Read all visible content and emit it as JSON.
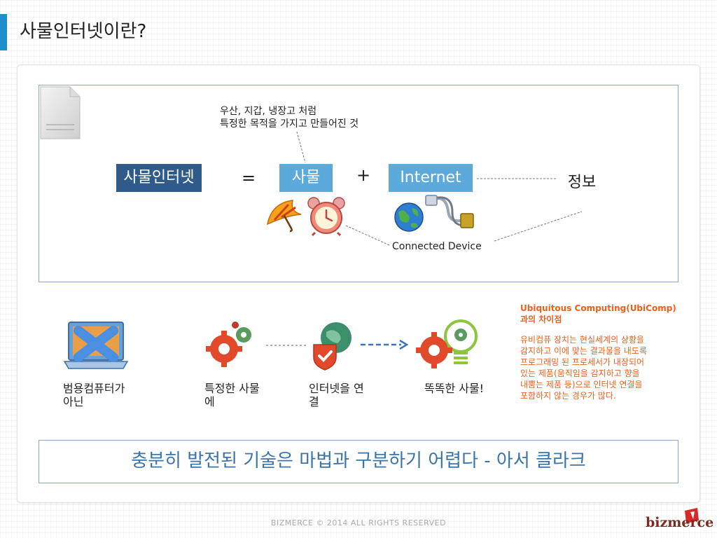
{
  "page": {
    "title": "사물인터넷이란?"
  },
  "diagram": {
    "note_line1": "우산, 지갑, 냉장고 처럼",
    "note_line2": "특정한 목적을 가지고 만들어진 것",
    "iot_label": "사물인터넷",
    "equals": "=",
    "thing_label": "사물",
    "plus": "+",
    "internet_label": "Internet",
    "info_label": "정보",
    "connected_label": "Connected Device",
    "icons": [
      "umbrella-icon",
      "alarm-clock-icon",
      "globe-icon",
      "network-cable-icon",
      "document-icon"
    ]
  },
  "steps": [
    {
      "icon": "laptop-x-icon",
      "line1": "범용컴퓨터가",
      "line2": "아닌"
    },
    {
      "icon": "gears-icon",
      "line1": "특정한 사물",
      "line2": "에"
    },
    {
      "icon": "globe-shield-icon",
      "line1": "인터넷을 연",
      "line2": "결"
    },
    {
      "icon": "gears-bulb-icon",
      "line1": "똑똑한 사물!",
      "line2": ""
    }
  ],
  "ubicomp": {
    "title_line1": "Ubiquitous Computing(UbiComp)",
    "title_line2": "과의 차이점",
    "body_lines": [
      "유비컴퓨 장치는 현실세계의 상황을",
      "감지하고 이에 맞는 결과물을 내도록",
      "프로그래밍 된 프로세서가 내장되어",
      "있는 제품(움직임을 감지하고 향을",
      "내뿜는 제품 등)으로 인터넷 연결을",
      "포함하지 않는 경우가 많다."
    ],
    "color": "#e8621e"
  },
  "quote": "충분히 발전된 기술은 마법과 구분하기 어렵다 - 아서 클라크",
  "footer": "BIZMERCE © 2014 ALL RIGHTS RESERVED",
  "logo": {
    "text": "bizmerce",
    "icon": "bizmerce-logo-icon"
  },
  "colors": {
    "accent": "#1f8fc9",
    "dark_label": "#2f5b8a",
    "light_label": "#5ca9dc",
    "quote": "#3b74a8"
  }
}
